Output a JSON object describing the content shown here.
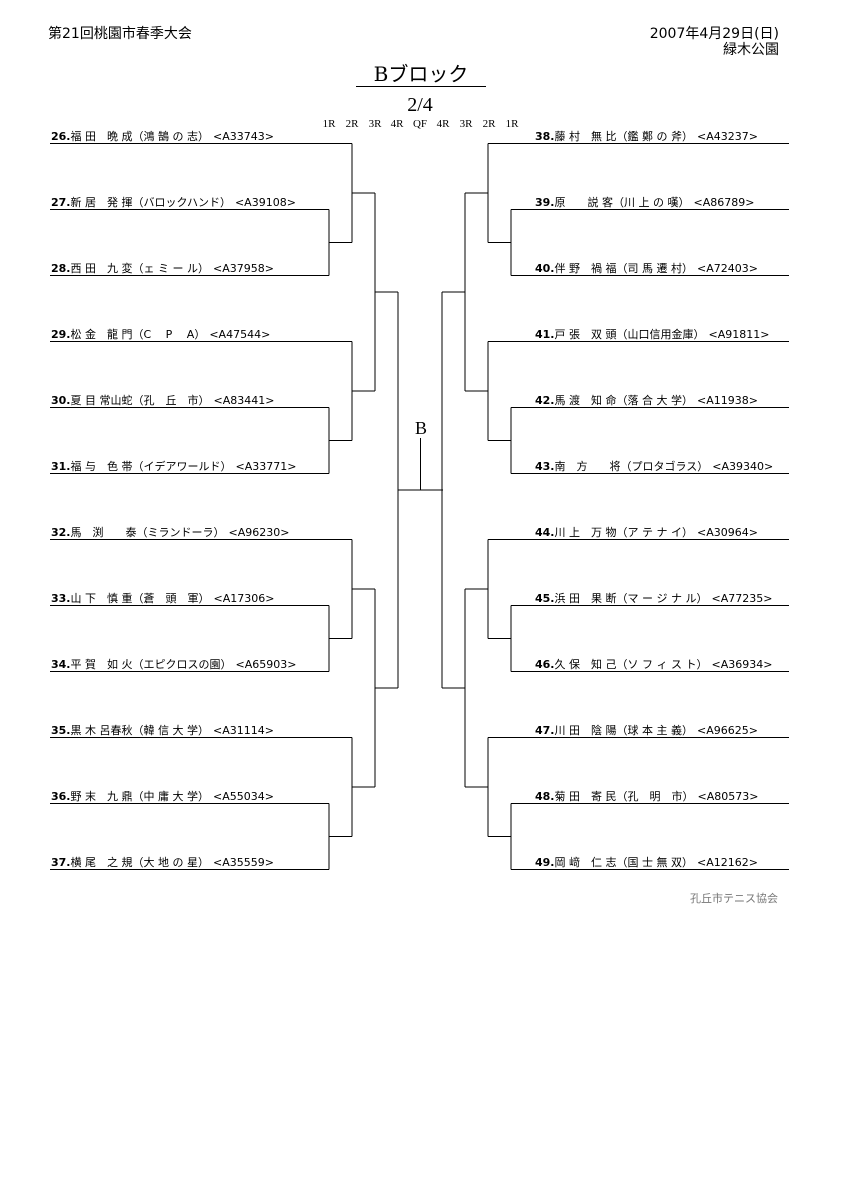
{
  "header": {
    "tournament": "第21回桃園市春季大会",
    "date": "2007年4月29日(日)",
    "venue": "緑木公園"
  },
  "block_title": "Bブロック",
  "page_no": "2/4",
  "rounds": [
    "1R",
    "2R",
    "3R",
    "4R",
    "QF",
    "4R",
    "3R",
    "2R",
    "1R"
  ],
  "final_label": "B",
  "association": "孔丘市テニス協会",
  "left_players": [
    {
      "seed": "26.",
      "name": "福 田　晩 成（鴻 鵠 の 志）",
      "code": "<A33743>"
    },
    {
      "seed": "27.",
      "name": "新 居　発 揮（バロックハンド）",
      "code": "<A39108>"
    },
    {
      "seed": "28.",
      "name": "西 田　九 変（ェ ミ ー ル）",
      "code": "<A37958>"
    },
    {
      "seed": "29.",
      "name": "松 金　龍 門（C　 P　 A）",
      "code": "<A47544>"
    },
    {
      "seed": "30.",
      "name": "夏 目 常山蛇（孔　丘　市）",
      "code": "<A83441>"
    },
    {
      "seed": "31.",
      "name": "福 与　色 帯（イデアワールド）",
      "code": "<A33771>"
    },
    {
      "seed": "32.",
      "name": "馬　渕　　泰（ミランドーラ）",
      "code": "<A96230>"
    },
    {
      "seed": "33.",
      "name": "山 下　慎 重（蒼　頭　軍）",
      "code": "<A17306>"
    },
    {
      "seed": "34.",
      "name": "平 賀　如 火（エピクロスの園）",
      "code": "<A65903>"
    },
    {
      "seed": "35.",
      "name": "黒 木 呂春秋（韓 信 大 学）",
      "code": "<A31114>"
    },
    {
      "seed": "36.",
      "name": "野 末　九 鼎（中 庸 大 学）",
      "code": "<A55034>"
    },
    {
      "seed": "37.",
      "name": "横 尾　之 規（大 地 の 星）",
      "code": "<A35559>"
    }
  ],
  "right_players": [
    {
      "seed": "38.",
      "name": "藤 村　無 比（鑑 鄭 の 斧）",
      "code": "<A43237>"
    },
    {
      "seed": "39.",
      "name": "原　　説 客（川 上 の 嘆）",
      "code": "<A86789>"
    },
    {
      "seed": "40.",
      "name": "伴 野　禍 福（司 馬 遷 村）",
      "code": "<A72403>"
    },
    {
      "seed": "41.",
      "name": "戸 張　双 頭（山口信用金庫）",
      "code": "<A91811>"
    },
    {
      "seed": "42.",
      "name": "馬 渡　知 命（落 合 大 学）",
      "code": "<A11938>"
    },
    {
      "seed": "43.",
      "name": "南　方　　将（プロタゴラス）",
      "code": "<A39340>"
    },
    {
      "seed": "44.",
      "name": "川 上　万 物（ア テ ナ イ）",
      "code": "<A30964>"
    },
    {
      "seed": "45.",
      "name": "浜 田　果 断（マ ー ジ ナ ル）",
      "code": "<A77235>"
    },
    {
      "seed": "46.",
      "name": "久 保　知 己（ソ フ ィ ス ト）",
      "code": "<A36934>"
    },
    {
      "seed": "47.",
      "name": "川 田　陰 陽（球 本 主 義）",
      "code": "<A96625>"
    },
    {
      "seed": "48.",
      "name": "菊 田　寄 民（孔　明　市）",
      "code": "<A80573>"
    },
    {
      "seed": "49.",
      "name": "岡 﨑　仁 志（国 士 無 双）",
      "code": "<A12162>"
    }
  ]
}
